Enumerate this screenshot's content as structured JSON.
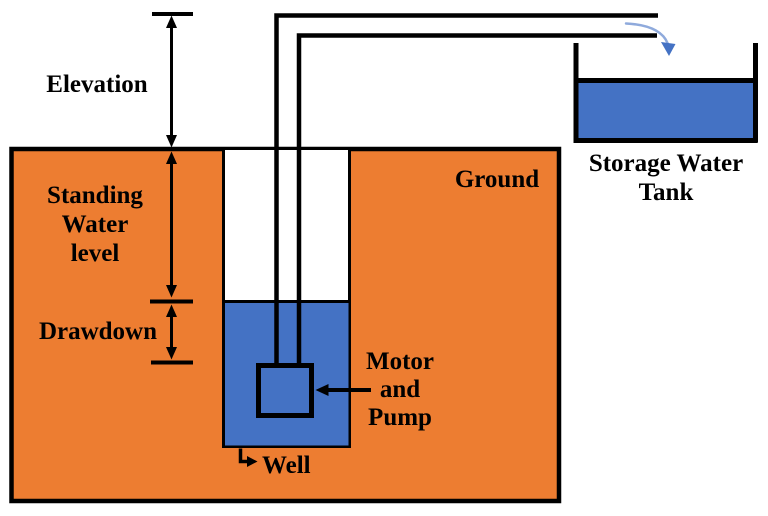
{
  "labels": {
    "elevation": "Elevation",
    "standing_water_level": [
      "Standing",
      "Water",
      "level"
    ],
    "drawdown": "Drawdown",
    "ground": "Ground",
    "motor_pump": [
      "Motor",
      "and",
      "Pump"
    ],
    "well": "Well",
    "storage_tank": [
      "Storage Water",
      "Tank"
    ]
  },
  "colors": {
    "ground": "#ED7D31",
    "water": "#4472C4",
    "outline": "#000000",
    "pour_stroke": "#8FAADC",
    "pour_head": "#4472C4",
    "background": "#FFFFFF"
  },
  "icons": {
    "pour_arrow": "curved-arrow-down",
    "dimension_arrows": "double-headed-arrow"
  }
}
